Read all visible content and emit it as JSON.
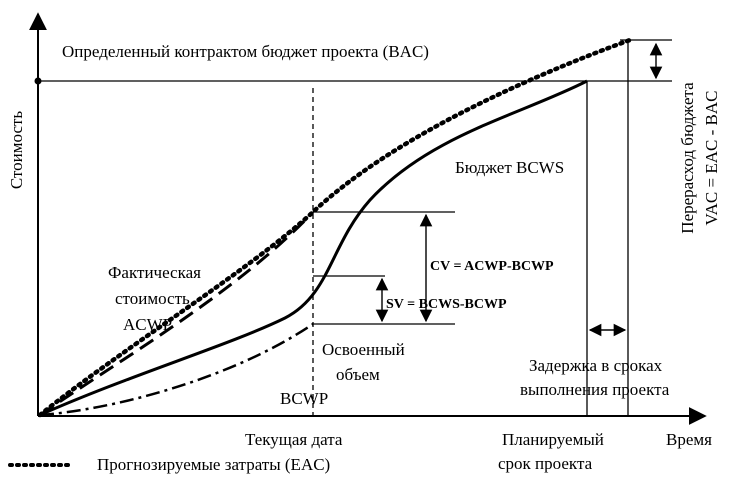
{
  "labels": {
    "y_axis": "Стоимость",
    "x_axis": "Время",
    "bac": "Определенный контрактом бюджет проекта (BAC)",
    "bcws": "Бюджет BCWS",
    "acwp_line1": "Фактическая",
    "acwp_line2": "стоимость",
    "acwp_line3": "ACWP",
    "earned_line1": "Освоенный",
    "earned_line2": "объем",
    "bcwp": "BCWP",
    "cv": "CV = ACWP-BCWP",
    "sv": "SV = BCWS-BCWP",
    "overrun_line1": "Перерасход бюджета",
    "overrun_line2": "VAC = EAC - BAC",
    "delay_line1": "Задержка в сроках",
    "delay_line2": "выполнения проекта",
    "current_date": "Текущая дата",
    "planned_line1": "Планируемый",
    "planned_line2": "срок проекта",
    "legend_eac": "Прогнозируемые затраты (EAC)"
  },
  "colors": {
    "ink": "#000000",
    "background": "#ffffff"
  }
}
